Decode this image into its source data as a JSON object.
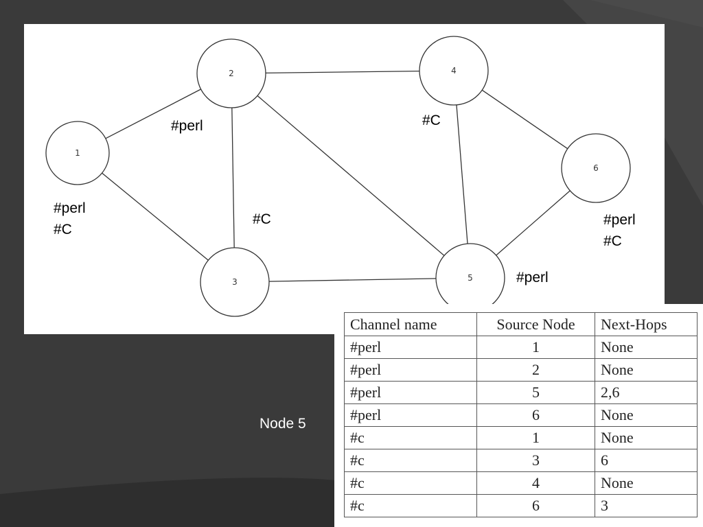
{
  "diagram": {
    "nodes": [
      {
        "id": "1",
        "label": "1"
      },
      {
        "id": "2",
        "label": "2"
      },
      {
        "id": "3",
        "label": "3"
      },
      {
        "id": "4",
        "label": "4"
      },
      {
        "id": "5",
        "label": "5"
      },
      {
        "id": "6",
        "label": "6"
      }
    ],
    "edges": [
      {
        "from": "1",
        "to": "2"
      },
      {
        "from": "1",
        "to": "3"
      },
      {
        "from": "2",
        "to": "3"
      },
      {
        "from": "2",
        "to": "4"
      },
      {
        "from": "2",
        "to": "5"
      },
      {
        "from": "3",
        "to": "5"
      },
      {
        "from": "4",
        "to": "5"
      },
      {
        "from": "4",
        "to": "6"
      },
      {
        "from": "5",
        "to": "6"
      }
    ],
    "channel_labels": {
      "node1": [
        "#perl",
        "#C"
      ],
      "node2": [
        "#perl"
      ],
      "node3": [
        "#C"
      ],
      "node4": [
        "#C"
      ],
      "node5": [
        "#perl"
      ],
      "node6": [
        "#perl",
        "#C"
      ]
    }
  },
  "caption": "Node 5",
  "table": {
    "headers": [
      "Channel name",
      "Source Node",
      "Next-Hops"
    ],
    "rows": [
      [
        "#perl",
        "1",
        "None"
      ],
      [
        "#perl",
        "2",
        "None"
      ],
      [
        "#perl",
        "5",
        "2,6"
      ],
      [
        "#perl",
        "6",
        "None"
      ],
      [
        "#c",
        "1",
        "None"
      ],
      [
        "#c",
        "3",
        "6"
      ],
      [
        "#c",
        "4",
        "None"
      ],
      [
        "#c",
        "6",
        "3"
      ]
    ]
  },
  "colors": {
    "background": "#3a3a3a",
    "panel": "#ffffff",
    "caption_text": "#ffffff"
  }
}
